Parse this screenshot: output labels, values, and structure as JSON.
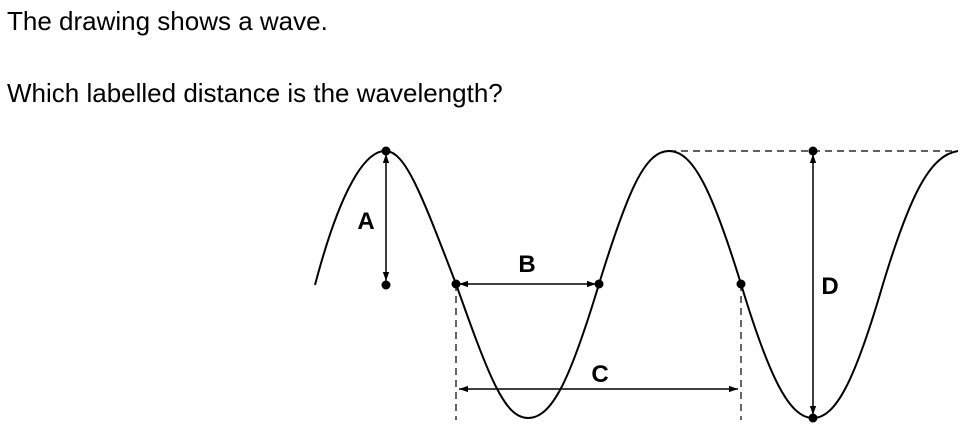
{
  "question": {
    "line1": "The drawing shows a wave.",
    "line2": "Which labelled distance is the wavelength?"
  },
  "diagram": {
    "labels": {
      "a": "A",
      "b": "B",
      "c": "C",
      "d": "D"
    },
    "colors": {
      "ink": "#000000",
      "background": "#ffffff"
    }
  }
}
